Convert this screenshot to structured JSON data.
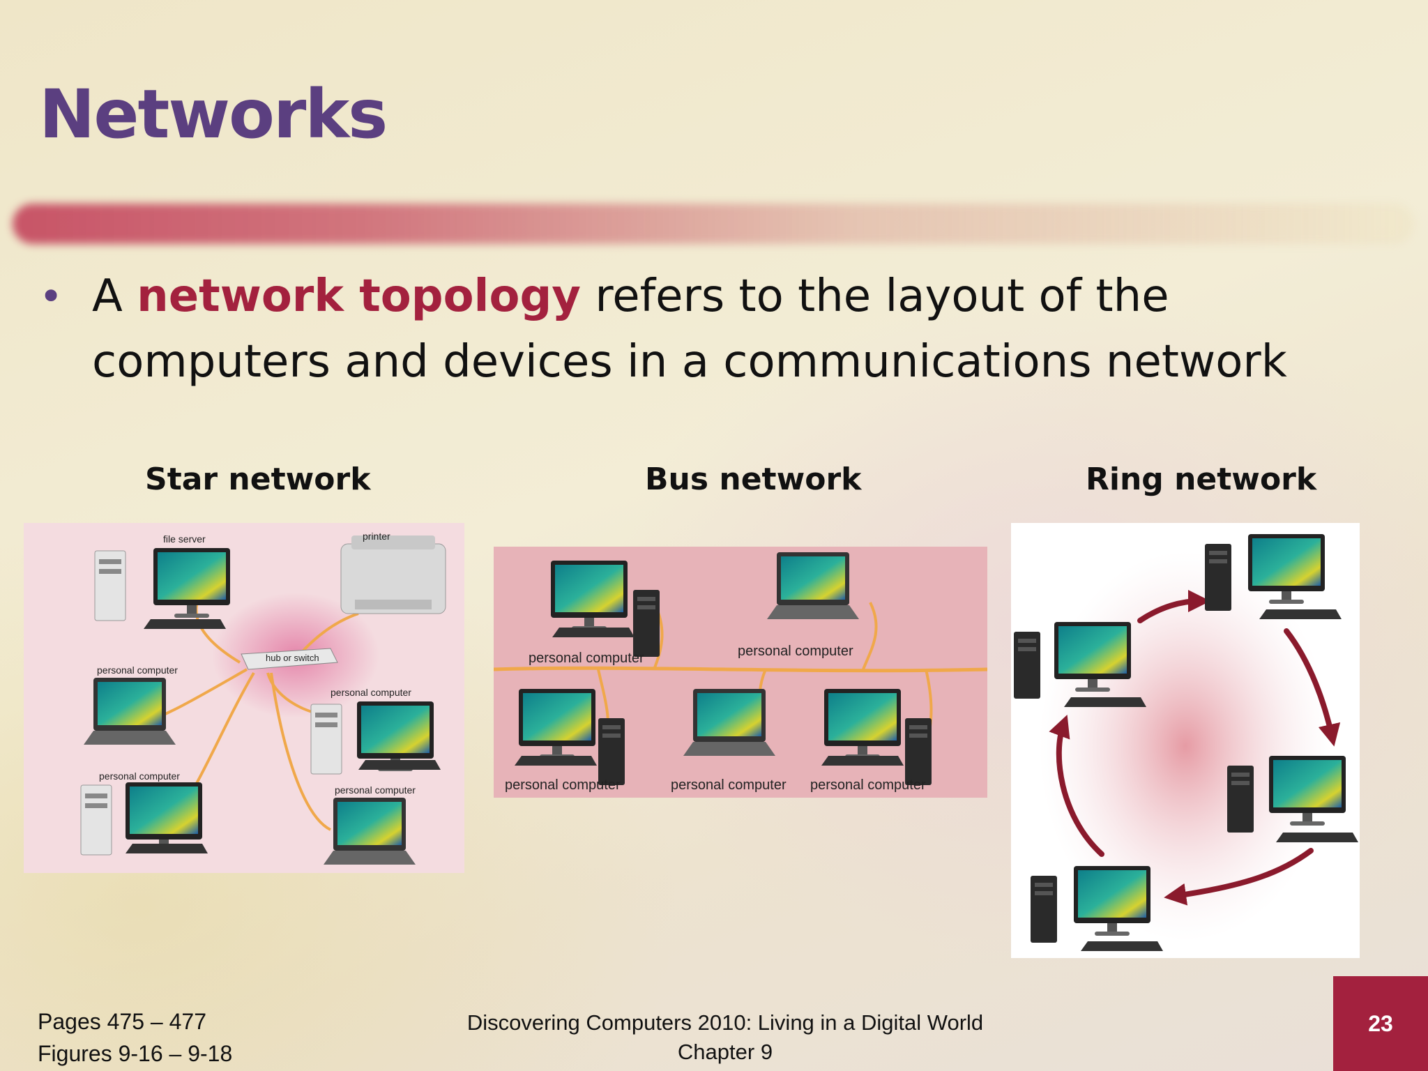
{
  "slide": {
    "title": "Networks",
    "bullet": {
      "prefix": "A ",
      "highlight": "network topology",
      "suffix": " refers to the layout of the computers and devices in a communications network"
    },
    "captions": {
      "star": "Star network",
      "bus": "Bus network",
      "ring": "Ring network"
    },
    "star_labels": {
      "file_server": "file server",
      "printer": "printer",
      "hub": "hub or switch",
      "pc": "personal computer"
    },
    "bus_labels": {
      "pc": "personal computer"
    },
    "footer": {
      "pages": "Pages 475 – 477",
      "figures": "Figures 9-16 – 9-18",
      "book": "Discovering Computers 2010: Living in a Digital World",
      "chapter": "Chapter 9",
      "page_number": "23"
    },
    "colors": {
      "title": "#5b3f80",
      "highlight": "#a3213e",
      "page_badge": "#a3213e",
      "cable": "#f0a84a",
      "ring_arrow": "#8a1a2c"
    }
  }
}
